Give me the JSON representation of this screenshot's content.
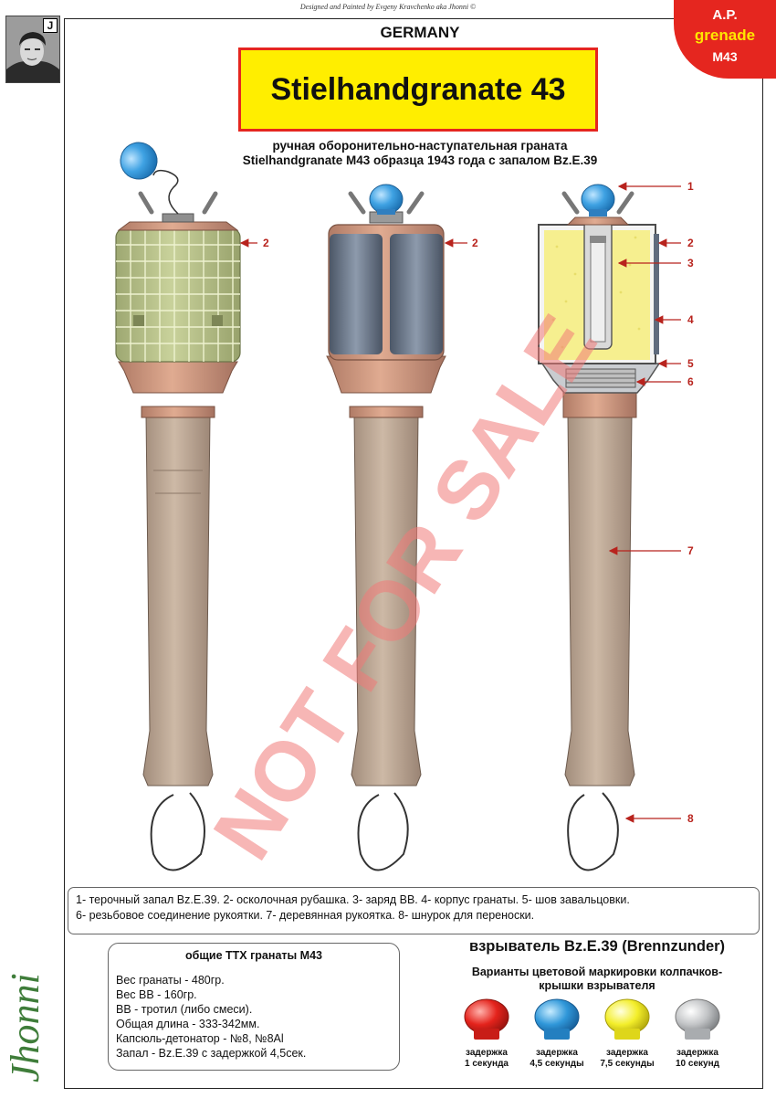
{
  "credit": "Designed and Painted by Evgeny Kravchenko aka Jhonni ©",
  "country": "GERMANY",
  "title": "Stielhandgranate 43",
  "corner_badge": {
    "line1": "A.P.",
    "line2": "grenade",
    "line3": "M43"
  },
  "subtitle": {
    "line1": "ручная оборонительно-наступательная граната",
    "line2": "Stielhandgranate  M43  образца 1943 года с запалом Bz.E.39"
  },
  "callouts": {
    "n1": "1",
    "n2": "2",
    "n3": "3",
    "n4": "4",
    "n5": "5",
    "n6": "6",
    "n7": "7",
    "n8": "8"
  },
  "watermark": "NOT FOR SALE",
  "legend": {
    "line1": "1- терочный запал Bz.E.39.   2- осколочная рубашка.   3- заряд ВВ.   4- корпус гранаты.   5- шов завальцовки.",
    "line2": "6- резьбовое соединение рукоятки.   7- деревянная рукоятка.   8- шнурок для переноски."
  },
  "specs": {
    "title": "общие ТТХ гранаты М43",
    "lines": [
      "Вес гранаты - 480гр.",
      "Вес ВВ - 160гр.",
      "ВВ - тротил (либо смеси).",
      "Общая длина - 333-342мм.",
      "Капсюль-детонатор - №8, №8Al",
      "Запал - Bz.E.39 с задержкой 4,5сек."
    ]
  },
  "fuze": {
    "title": "взрыватель Bz.E.39 (Brennzunder)",
    "variants_title_line1": "Варианты цветовой маркировки колпачков-",
    "variants_title_line2": "крышки взрывателя",
    "caps": [
      {
        "word": "задержка",
        "delay": "1 секунда",
        "color": "#e4231c"
      },
      {
        "word": "задержка",
        "delay": "4,5 секунды",
        "color": "#2f97d9"
      },
      {
        "word": "задержка",
        "delay": "7,5 секунды",
        "color": "#f3ee2a"
      },
      {
        "word": "задержка",
        "delay": "10 секунд",
        "color": "#c2c4c6"
      }
    ]
  },
  "signature": "Jhonni",
  "colors": {
    "accent_red": "#e5261f",
    "title_yellow": "#ffee00",
    "fragmentation_sleeve": "#b8c28a",
    "steel_body": "#5f6b7d",
    "explosive_fill": "#f6ef8f",
    "wood_handle": "#c2ad99",
    "copper_collar": "#c7927a"
  }
}
